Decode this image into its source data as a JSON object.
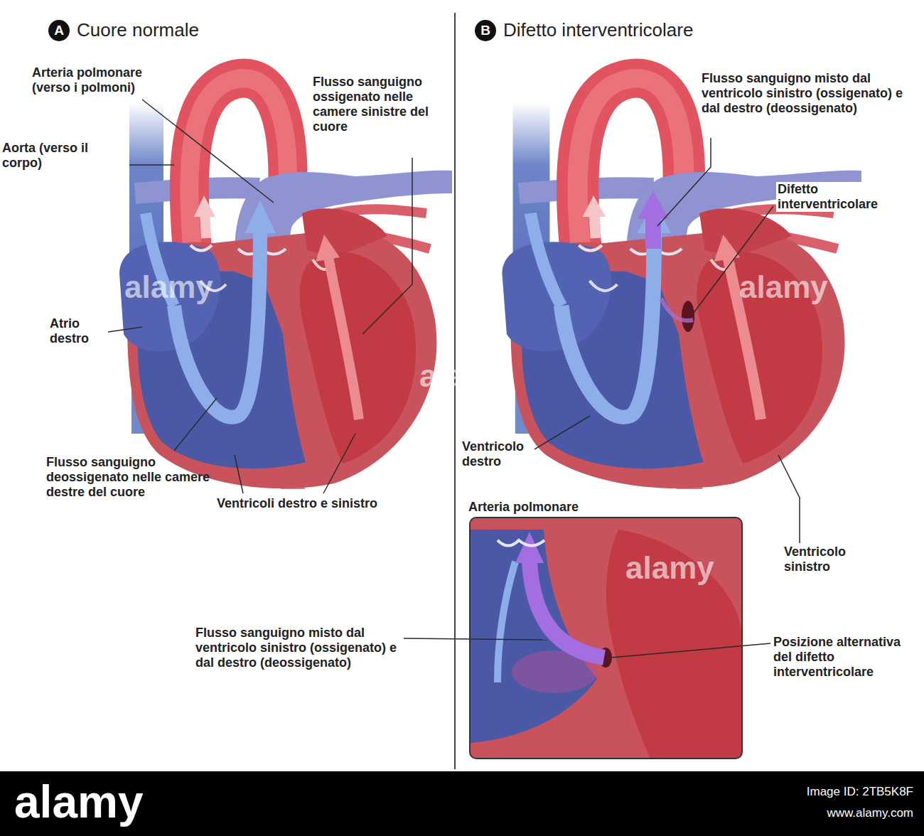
{
  "diagram": {
    "nodes": [
      {
        "text": [
          "A"
        ]
      },
      {
        "text": [
          "B"
        ]
      },
      {
        "text": [
          "Arteria polmonare"
        ]
      }
    ],
    "labels": [
      "Cuore normale",
      "Arteria polmonare (verso i polmoni)",
      "Flusso sanguigno ossigenato nelle camere sinistre del cuore",
      "Aorta (verso il corpo)",
      "Atrio destro",
      "Flusso sanguigno deossigenato nelle camere destre del cuore",
      "Ventricoli destro e sinistro",
      "Difetto interventricolare",
      "Flusso sanguigno misto dal ventricolo sinistro (ossigenato) e dal destro (deossigenato)",
      "Difetto interventricolare",
      "Ventricolo destro",
      "Ventricolo sinistro",
      "Flusso sanguigno misto dal ventricolo sinistro (ossigenato) e dal destro (deossigenato)",
      "Posizione alternativa del difetto interventricolare",
      "alamy",
      "alamy",
      "alamy",
      "alamy",
      "alamy",
      "Image ID: 2TB5K8F",
      "www.alamy.com"
    ]
  }
}
